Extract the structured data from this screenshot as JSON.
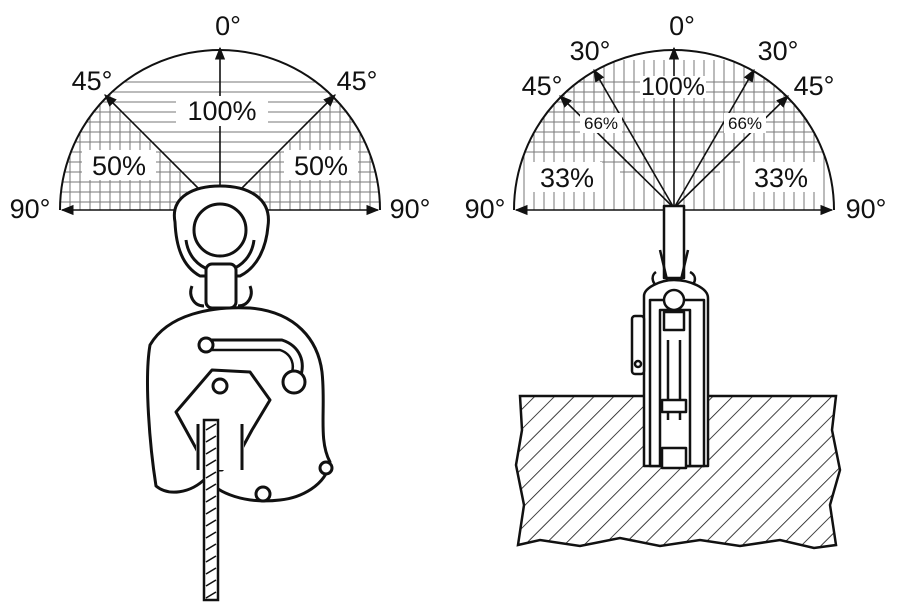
{
  "left_diagram": {
    "angle_labels": {
      "top": "0°",
      "upper_left": "45°",
      "upper_right": "45°",
      "left": "90°",
      "right": "90°"
    },
    "capacity_labels": {
      "center": "100%",
      "left": "50%",
      "right": "50%"
    }
  },
  "right_diagram": {
    "angle_labels": {
      "top": "0°",
      "left_30": "30°",
      "right_30": "30°",
      "left_45": "45°",
      "right_45": "45°",
      "left": "90°",
      "right": "90°"
    },
    "capacity_labels": {
      "center": "100%",
      "left_66": "66%",
      "right_66": "66%",
      "left_33": "33%",
      "right_33": "33%"
    }
  },
  "colors": {
    "ink": "#111111",
    "grid": "#7a7a7a",
    "background": "#ffffff"
  }
}
